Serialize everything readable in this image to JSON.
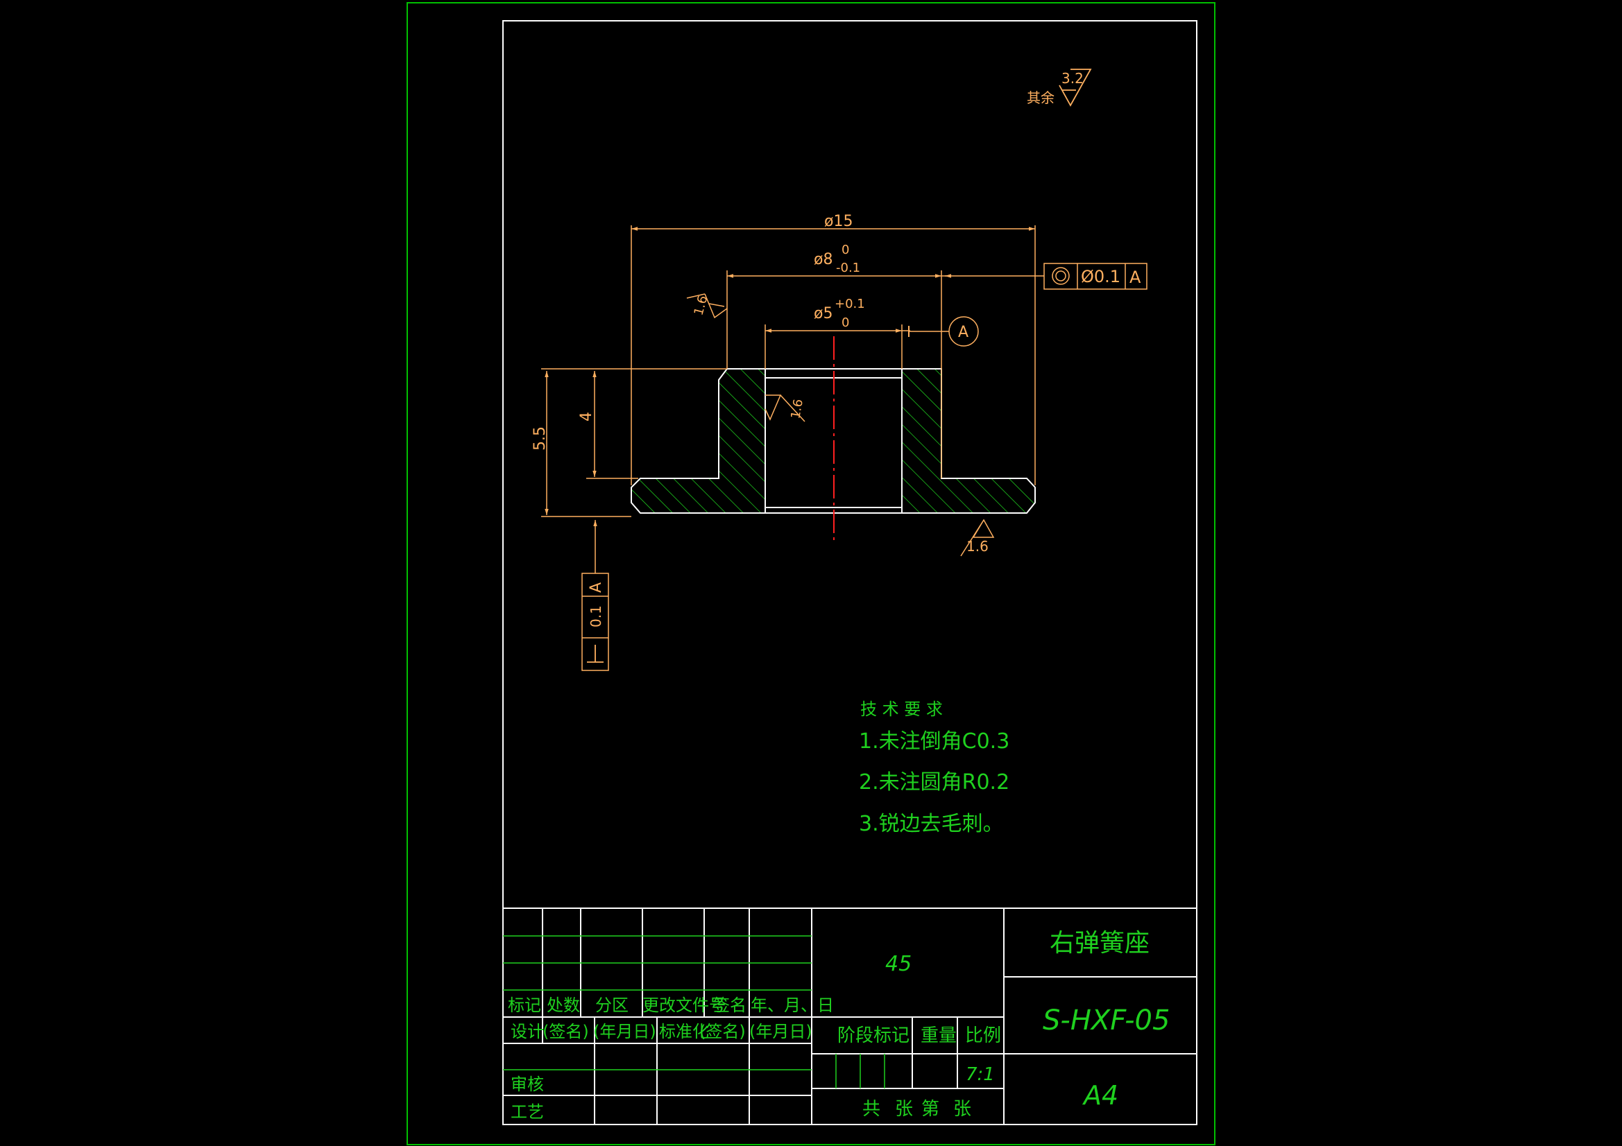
{
  "colors": {
    "background": "#000000",
    "outer_border": "#00c000",
    "frame": "#ffffff",
    "dimension": "#ffb060",
    "hatch": "#1fd11f",
    "text": "#1fd11f",
    "centerline": "#ff2020"
  },
  "surface_roughness": {
    "prefix": "其余",
    "value": "3.2"
  },
  "dimensions": {
    "outer_diameter": "ø15",
    "mid_diameter": "ø8",
    "mid_tol_upper": "0",
    "mid_tol_lower": "-0.1",
    "bore_diameter": "ø5",
    "bore_tol_upper": "+0.1",
    "bore_tol_lower": "0",
    "total_height": "5.5",
    "boss_height": "4"
  },
  "roughness_marks": [
    "1.6",
    "1.6",
    "1.6"
  ],
  "datum": {
    "label": "A"
  },
  "tolerance_concentricity": {
    "symbol": "◎",
    "value": "Ø0.1",
    "datum": "A"
  },
  "tolerance_perpendicularity": {
    "symbol": "⊥",
    "value": "0.1",
    "datum": "A"
  },
  "technical_requirements": {
    "title": "技 术 要 求",
    "items": [
      "1.未注倒角C0.3",
      "2.未注圆角R0.2",
      "3.锐边去毛刺。"
    ]
  },
  "title_block": {
    "material": "45",
    "part_name": "右弹簧座",
    "drawing_number": "S-HXF-05",
    "sheet_size": "A4",
    "scale": "7:1",
    "revision_headers": [
      "标记",
      "处数",
      "分区",
      "更改文件号",
      "签名",
      "年、月、日"
    ],
    "sign_headers": [
      "设计",
      "(签名)",
      "(年月日)",
      "标准化",
      "(签名)",
      "(年月日)"
    ],
    "review_label": "审核",
    "process_label": "工艺",
    "stage_label": "阶段标记",
    "weight_label": "重量",
    "scale_label": "比例",
    "sheet_text": [
      "共",
      "张",
      "第",
      "张"
    ]
  }
}
